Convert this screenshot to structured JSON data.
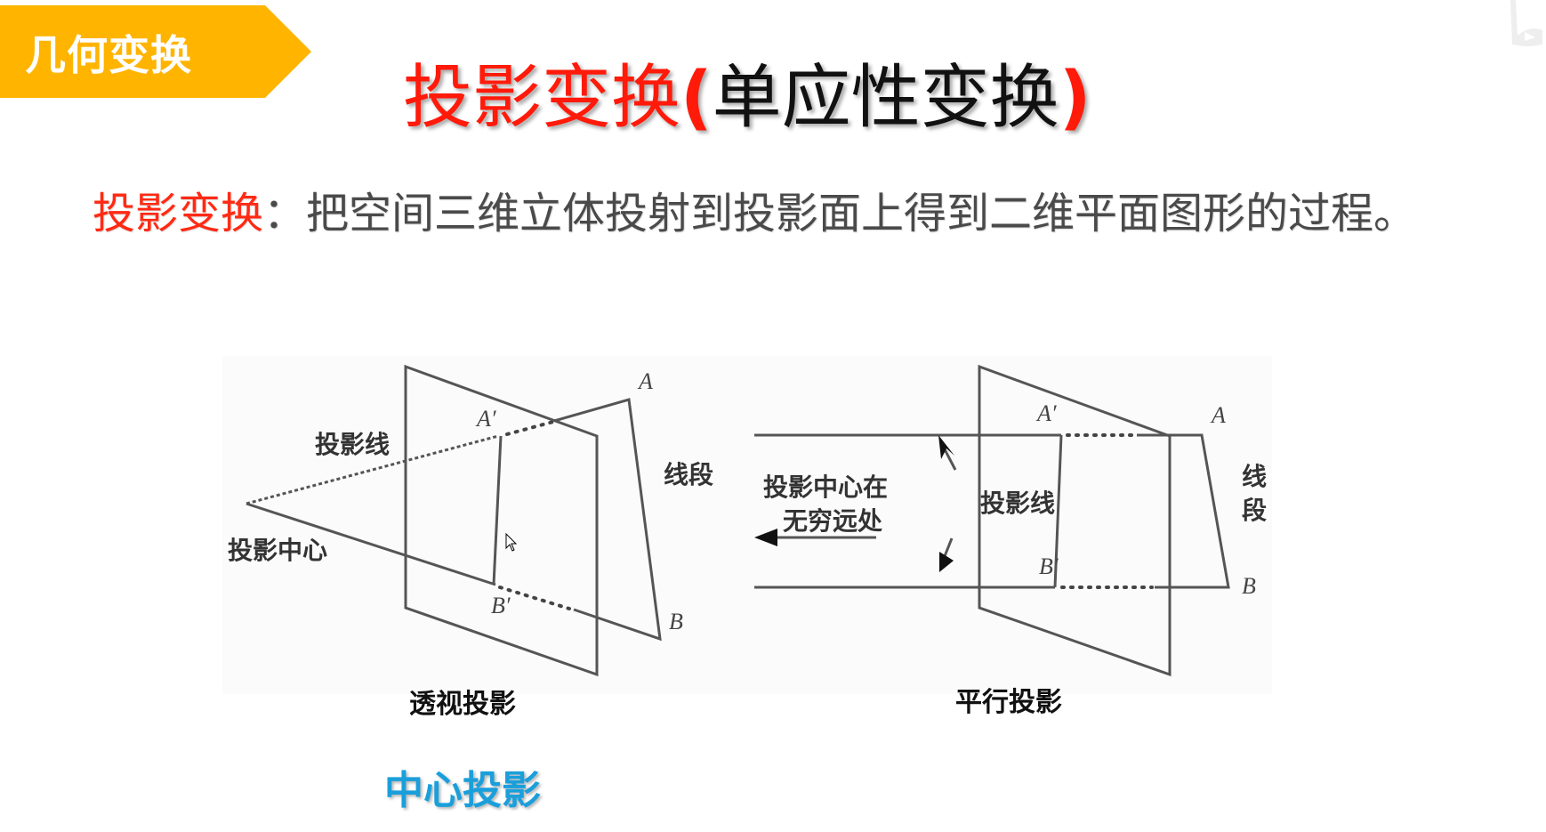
{
  "section_tag": {
    "label": "几何变换",
    "color": "#FFB400"
  },
  "title": {
    "part1": "投影变换",
    "open_paren": "(",
    "part2": "单应性变换",
    "close_paren": ")",
    "accent_color": "#FF1A0A"
  },
  "definition": {
    "term": "投影变换",
    "colon": "：",
    "text": "把空间三维立体投射到投影面上得到二维平面图形的过程。"
  },
  "diagrams": {
    "perspective": {
      "label_projection_line": "投影线",
      "label_center": "投影中心",
      "label_segment": "线段",
      "point_a_prime": "A′",
      "point_b_prime": "B′",
      "point_a": "A",
      "point_b": "B",
      "caption": "透视投影"
    },
    "parallel": {
      "label_center_line1": "投影中心在",
      "label_center_line2": "无穷远处",
      "label_projection_line": "投影线",
      "label_segment_line1": "线",
      "label_segment_line2": "段",
      "point_a_prime": "A′",
      "point_b_prime": "B′",
      "point_a": "A",
      "point_b": "B",
      "caption": "平行投影"
    }
  },
  "highlight_label": {
    "text": "中心投影",
    "color": "#1A9FDB"
  },
  "watermark": {
    "icon": "bilibili-logo-icon"
  }
}
